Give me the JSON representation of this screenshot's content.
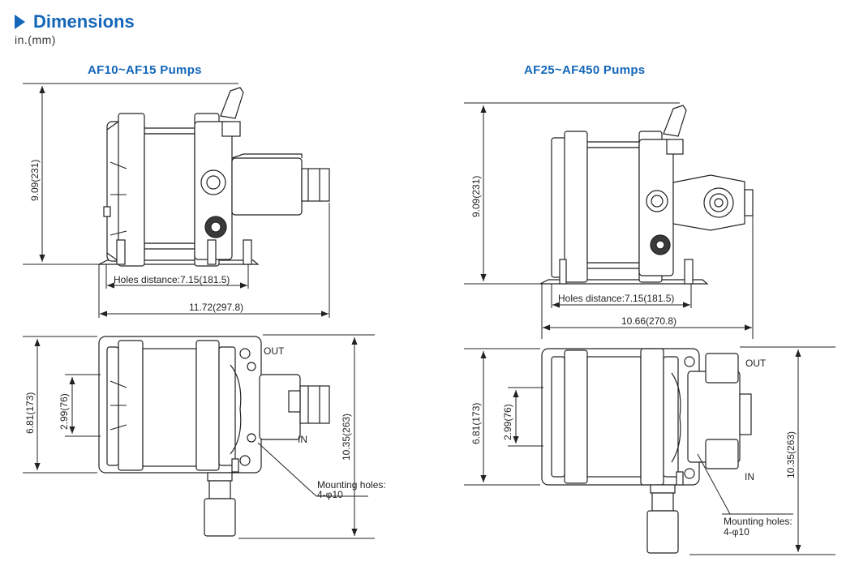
{
  "header": {
    "title": "Dimensions",
    "units": "in.(mm)"
  },
  "left": {
    "title": "AF10~AF15 Pumps",
    "height": "9.09(231)",
    "holes_distance": "Holes distance:7.15(181.5)",
    "total_length": "11.72(297.8)",
    "base_width": "6.81(173)",
    "port_spacing": "2.99(76)",
    "total_height": "10.35(263)",
    "out": "OUT",
    "in": "IN",
    "mounting_line1": "Mounting holes:",
    "mounting_line2": "4-φ10"
  },
  "right": {
    "title": "AF25~AF450 Pumps",
    "height": "9.09(231)",
    "holes_distance": "Holes distance:7.15(181.5)",
    "total_length": "10.66(270.8)",
    "base_width": "6.81(173)",
    "port_spacing": "2.99(76)",
    "total_height": "10.35(263)",
    "out": "OUT",
    "in": "IN",
    "mounting_line1": "Mounting holes:",
    "mounting_line2": "4-φ10"
  },
  "colors": {
    "accent": "#1466b8",
    "line": "#222222",
    "body_fill": "#ffffff",
    "dark_fill": "#3a3a3a"
  }
}
